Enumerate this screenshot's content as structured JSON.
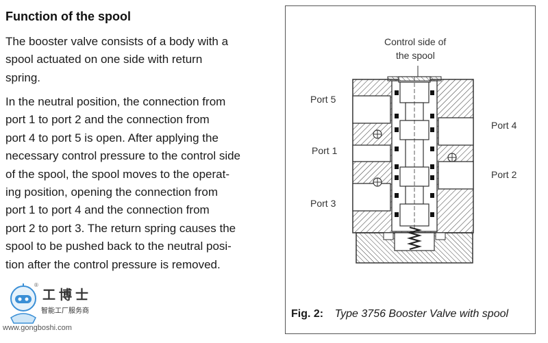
{
  "section": {
    "heading": "Function of the spool",
    "paragraph1_lines": [
      "The booster valve consists of a body with a",
      "spool actuated on one side with return",
      "spring."
    ],
    "paragraph2_lines": [
      "In the neutral position, the connection from",
      "port 1 to port 2 and the connection from",
      "port 4 to port 5 is open. After applying the",
      "necessary control pressure to the control side",
      "of the spool, the spool moves to the operat-",
      "ing position, opening the connection from",
      "port 1 to port 4 and the connection from",
      "port 2 to port 3. The return spring causes the",
      "spool to be pushed back to the neutral posi-",
      "tion after the control pressure is removed."
    ]
  },
  "figure": {
    "control_label_line1": "Control side of",
    "control_label_line2": "the spool",
    "ports": {
      "port5": "Port 5",
      "port1": "Port 1",
      "port3": "Port 3",
      "port4": "Port 4",
      "port2": "Port 2"
    },
    "caption_label": "Fig. 2:",
    "caption_text": "Type 3756 Booster Valve with spool"
  },
  "watermark": {
    "name": "工博士",
    "subtitle": "智能工厂服务商",
    "url": "www.gongboshi.com",
    "registered_mark": "®"
  },
  "colors": {
    "text": "#1a1a1a",
    "hatch": "#444444",
    "line": "#333333",
    "logo_blue": "#3a8fd6"
  }
}
